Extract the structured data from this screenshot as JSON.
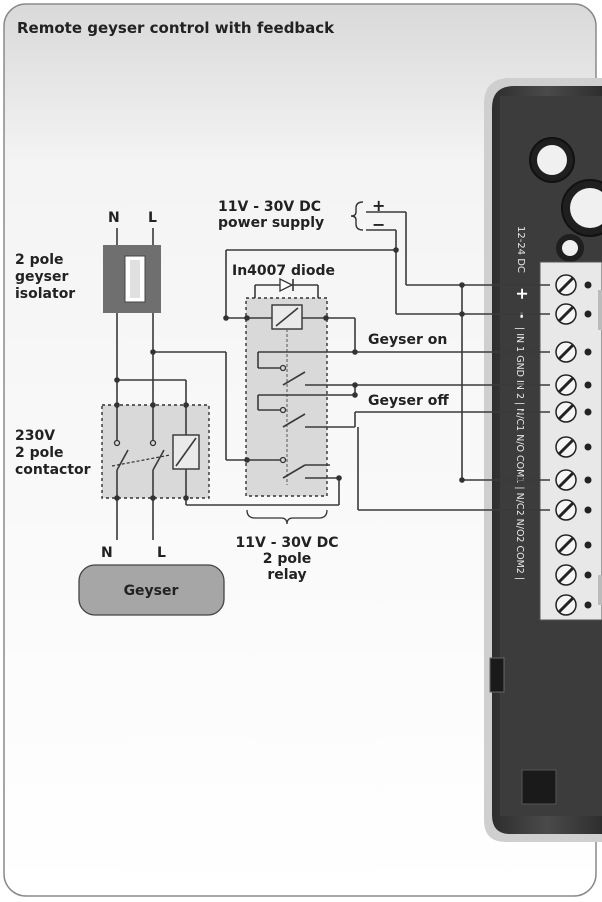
{
  "title": "Remote geyser control with feedback",
  "isolator": {
    "label_line1": "2 pole",
    "label_line2": "geyser",
    "label_line3": "isolator",
    "n": "N",
    "l": "L"
  },
  "contactor": {
    "label_line1": "230V",
    "label_line2": "2 pole",
    "label_line3": "contactor"
  },
  "geyser": {
    "label": "Geyser",
    "n": "N",
    "l": "L"
  },
  "power_supply": {
    "line1": "11V - 30V DC",
    "line2": "power supply",
    "plus": "+",
    "minus": "−"
  },
  "diode": {
    "label": "In4007 diode"
  },
  "relay": {
    "line1": "11V - 30V DC",
    "line2": "2 pole",
    "line3": "relay"
  },
  "signals": {
    "geyser_on": "Geyser on",
    "geyser_off": "Geyser off"
  },
  "device": {
    "terminal_label_power": "12-24 DC",
    "plus": "+",
    "minus": "-",
    "terminal_labels": "| IN 1 GND IN 2 | N/C1 N/O COM1 | N/C2 N/O2 COM2 |"
  },
  "colors": {
    "device_body": "#3a3a3a",
    "device_edge": "#d0d0d0",
    "terminal_block": "#e8e8e8",
    "dashed_fill": "#d9d9d9",
    "geyser_fill": "#a6a6a6",
    "isolator_fill": "#6f6f6f",
    "frame_bg": "#e4e4e4"
  }
}
